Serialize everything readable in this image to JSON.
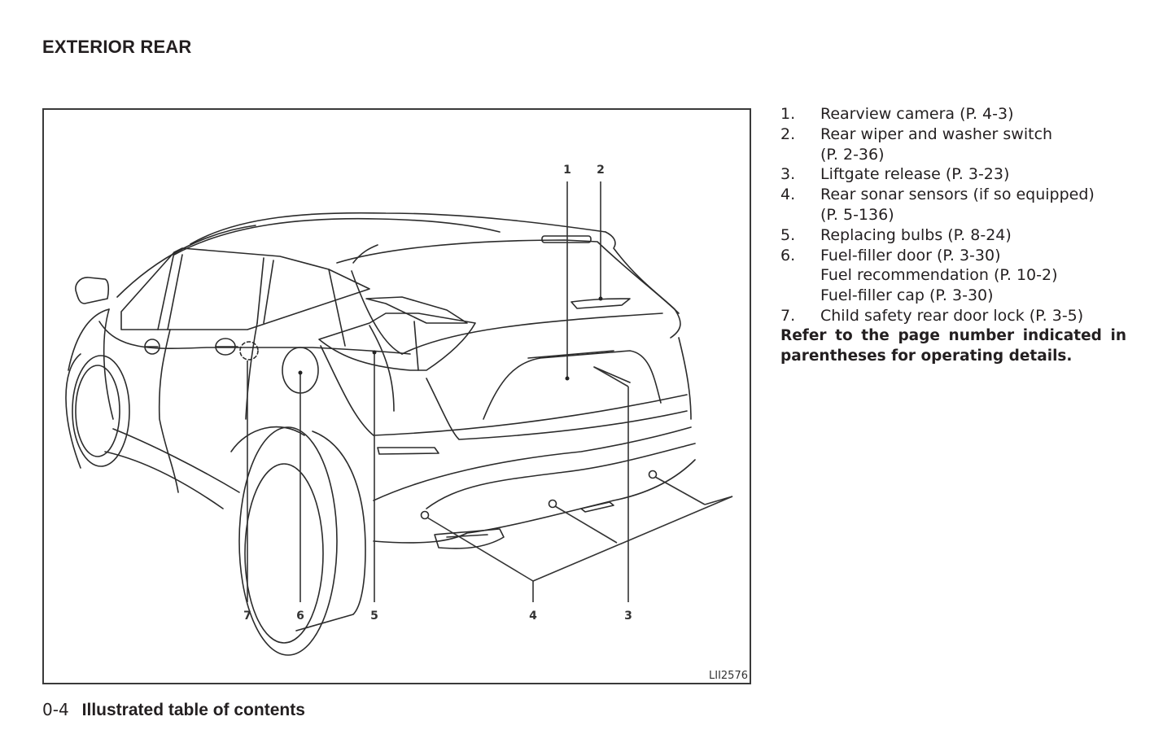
{
  "page": {
    "heading": "EXTERIOR REAR",
    "footer": {
      "page_number": "0-4",
      "section_title": "Illustrated table of contents"
    }
  },
  "figure": {
    "code": "LII2576",
    "subject": "rear three-quarter line drawing of SUV",
    "callouts": {
      "c1": "1",
      "c2": "2",
      "c3": "3",
      "c4": "4",
      "c5": "5",
      "c6": "6",
      "c7": "7"
    }
  },
  "legend": {
    "items": [
      {
        "number": "1.",
        "lines": [
          "Rearview camera (P. 4-3)"
        ]
      },
      {
        "number": "2.",
        "lines": [
          "Rear wiper and washer switch",
          "(P. 2-36)"
        ]
      },
      {
        "number": "3.",
        "lines": [
          "Liftgate release (P. 3-23)"
        ]
      },
      {
        "number": "4.",
        "lines": [
          "Rear sonar sensors (if so equipped)",
          "(P. 5-136)"
        ]
      },
      {
        "number": "5.",
        "lines": [
          "Replacing bulbs (P. 8-24)"
        ]
      },
      {
        "number": "6.",
        "lines": [
          "Fuel-filler door (P. 3-30)",
          "Fuel recommendation (P. 10-2)",
          "Fuel-filler cap (P. 3-30)"
        ]
      },
      {
        "number": "7.",
        "lines": [
          "Child safety rear door lock (P. 3-5)"
        ]
      }
    ],
    "note": "Refer to the page number indicated in parentheses for operating details."
  }
}
